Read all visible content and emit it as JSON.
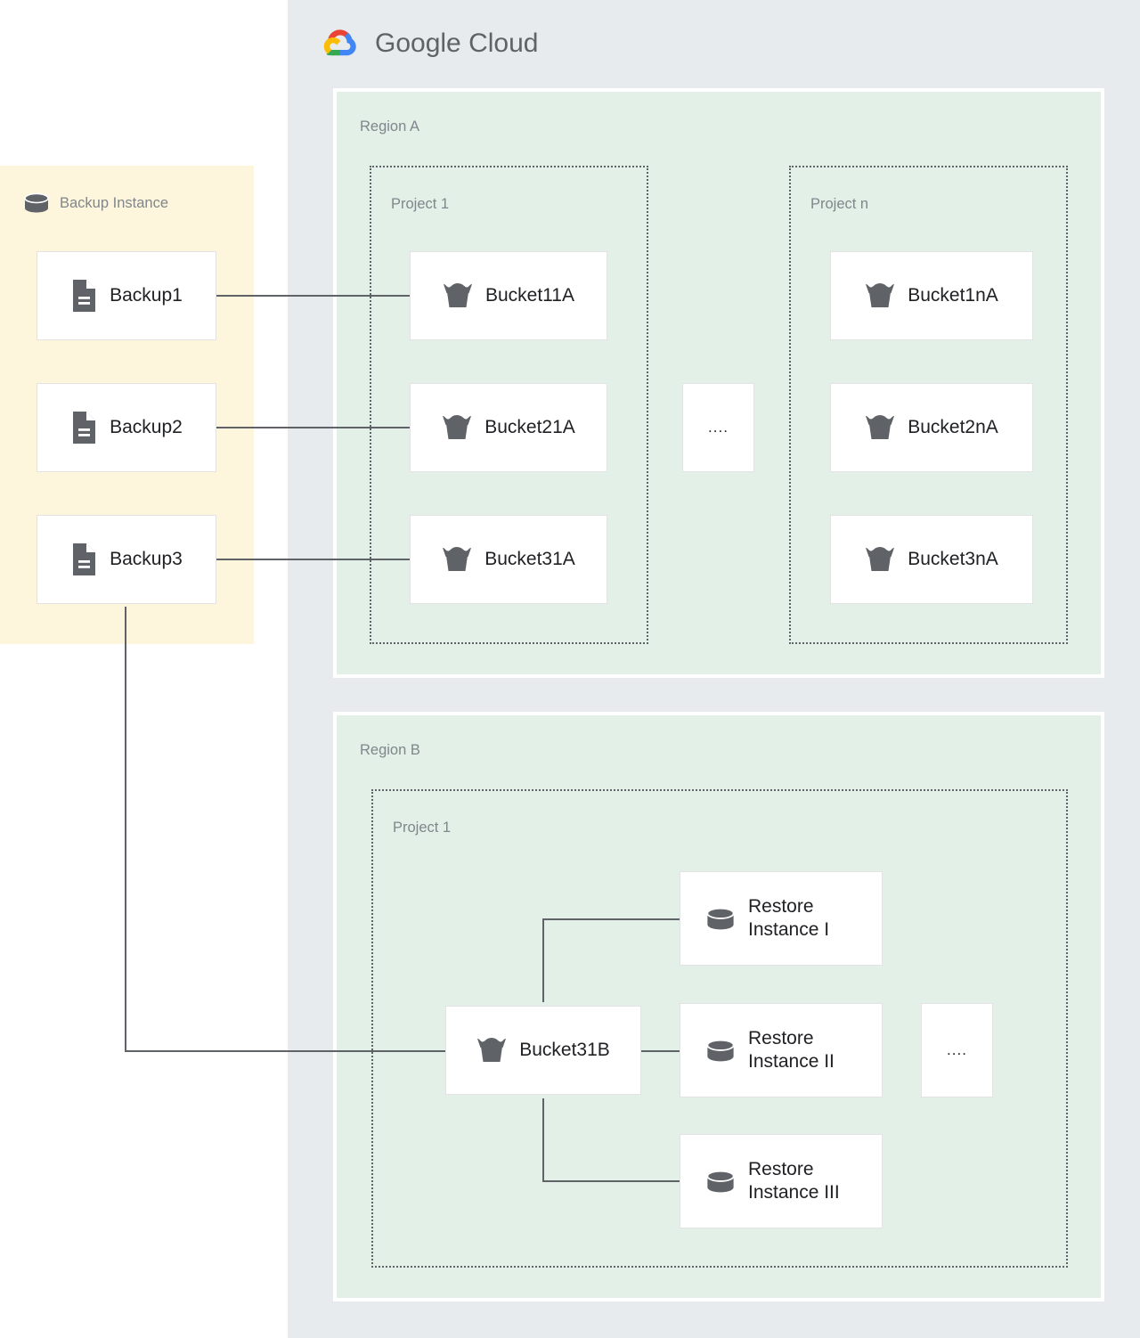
{
  "brand": {
    "name": "Google Cloud",
    "word_google": "Google",
    "word_cloud": "Cloud",
    "logo_icon": "google-cloud-logo-icon",
    "colors": {
      "red": "#ea4335",
      "yellow": "#fbbc04",
      "green": "#34a853",
      "blue": "#4285f4",
      "wordmark": "#5f6368"
    }
  },
  "palette": {
    "gcp_panel": "#e8ebed",
    "backup_panel": "#fdf6dd",
    "region_panel": "#e2f0e8",
    "card_bg": "#ffffff",
    "card_border": "#e4e2e2",
    "label_gray": "#80868b",
    "connector": "#5f6368",
    "icon_gray": "#5f6368",
    "text": "#202124"
  },
  "backup_instance": {
    "label": "Backup Instance",
    "icon": "database-cylinder-icon",
    "backups": [
      {
        "label": "Backup1",
        "icon": "document-icon"
      },
      {
        "label": "Backup2",
        "icon": "document-icon"
      },
      {
        "label": "Backup3",
        "icon": "document-icon"
      }
    ]
  },
  "regions": [
    {
      "label": "Region A",
      "projects": [
        {
          "label": "Project 1",
          "nodes": [
            {
              "label": "Bucket11A",
              "icon": "storage-bucket-icon"
            },
            {
              "label": "Bucket21A",
              "icon": "storage-bucket-icon"
            },
            {
              "label": "Bucket31A",
              "icon": "storage-bucket-icon"
            }
          ]
        },
        {
          "label": "Project n",
          "nodes": [
            {
              "label": "Bucket1nA",
              "icon": "storage-bucket-icon"
            },
            {
              "label": "Bucket2nA",
              "icon": "storage-bucket-icon"
            },
            {
              "label": "Bucket3nA",
              "icon": "storage-bucket-icon"
            }
          ]
        }
      ],
      "ellipsis": "...."
    },
    {
      "label": "Region B",
      "projects": [
        {
          "label": "Project 1",
          "nodes": [
            {
              "label": "Bucket31B",
              "icon": "storage-bucket-icon"
            },
            {
              "label": "Restore\nInstance I",
              "icon": "database-cylinder-icon"
            },
            {
              "label": "Restore\nInstance II",
              "icon": "database-cylinder-icon"
            },
            {
              "label": "Restore\nInstance III",
              "icon": "database-cylinder-icon"
            }
          ]
        }
      ],
      "ellipsis": "...."
    }
  ],
  "connections": [
    {
      "from": "Backup1",
      "to": "Bucket11A"
    },
    {
      "from": "Backup2",
      "to": "Bucket21A"
    },
    {
      "from": "Backup3",
      "to": "Bucket31A"
    },
    {
      "from": "Backup3",
      "to": "Bucket31B"
    },
    {
      "from": "Bucket31B",
      "to": "Restore Instance I"
    },
    {
      "from": "Bucket31B",
      "to": "Restore Instance II"
    },
    {
      "from": "Bucket31B",
      "to": "Restore Instance III"
    }
  ]
}
